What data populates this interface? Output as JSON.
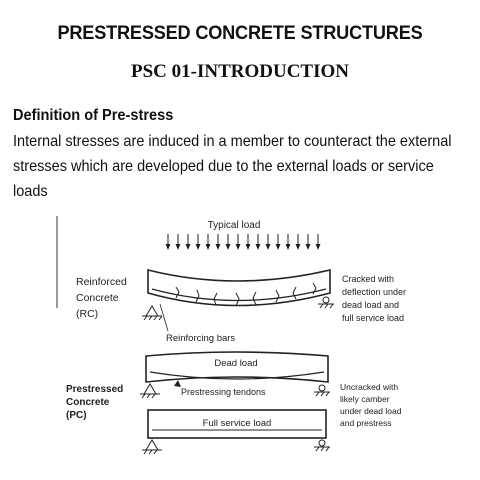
{
  "title": "PRESTRESSED CONCRETE STRUCTURES",
  "subtitle": "PSC 01-INTRODUCTION",
  "definition": {
    "heading": "Definition of Pre-stress",
    "lines": [
      "Internal stresses are induced in a member to counteract the external",
      "stresses which are developed due to the external loads or service",
      "loads"
    ]
  },
  "figure": {
    "typical_load": "Typical load",
    "rc_label": [
      "Reinforced",
      "Concrete",
      "(RC)"
    ],
    "rc_note": [
      "Cracked with",
      "deflection under",
      "dead load and",
      "full service load"
    ],
    "reinforcing_bars": "Reinforcing bars",
    "dead_load": "Dead load",
    "pc_label": [
      "Prestressed",
      "Concrete",
      "(PC)"
    ],
    "tendons": "Prestressing tendons",
    "pc_note": [
      "Uncracked with",
      "likely camber",
      "under dead load",
      "and prestress"
    ],
    "full_service_load": "Full service load"
  }
}
